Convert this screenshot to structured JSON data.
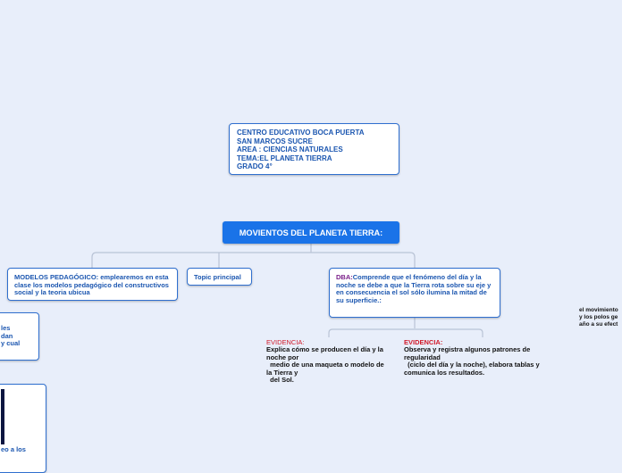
{
  "header_box": {
    "lines": [
      "CENTRO EDUCATIVO  BOCA PUERTA",
      "SAN MARCOS SUCRE",
      "AREA : CIENCIAS NATURALES",
      "TEMA:EL PLANETA TIERRA",
      "GRADO 4°"
    ]
  },
  "root": {
    "label": "MOVIENTOS DEL PLANETA TIERRA:"
  },
  "modelos": {
    "text": "MODELOS PEDAGÓGICO: emplearemos en esta clase los modelos pedagógico del constructivos social y la teoria ubicua"
  },
  "topic": {
    "label": "Topic principal"
  },
  "dba": {
    "label": "DBA:",
    "text": "Comprende que el fenómeno del día y la noche se debe a que la Tierra rota sobre su eje y en consecuencia el sol sólo ilumina la mitad de su superficie.:"
  },
  "evidencia1": {
    "label": "EVIDENCIA:",
    "text": "Explica cómo se producen el día y la noche por\n  medio de una maqueta o modelo de la Tierra y\n  del Sol."
  },
  "evidencia2": {
    "label": "EVIDENCIA:",
    "text": "Observa y registra algunos patrones de regularidad\n  (ciclo del día y la noche), elabora tablas y comunica los resultados."
  },
  "left_cut_1": {
    "lines": [
      "les",
      "dan",
      "y cual"
    ]
  },
  "left_cut_2": {
    "text": "eo a los"
  },
  "right_cut": {
    "lines": [
      "el movimiento",
      "y los polos ge",
      "año a su efect"
    ]
  }
}
